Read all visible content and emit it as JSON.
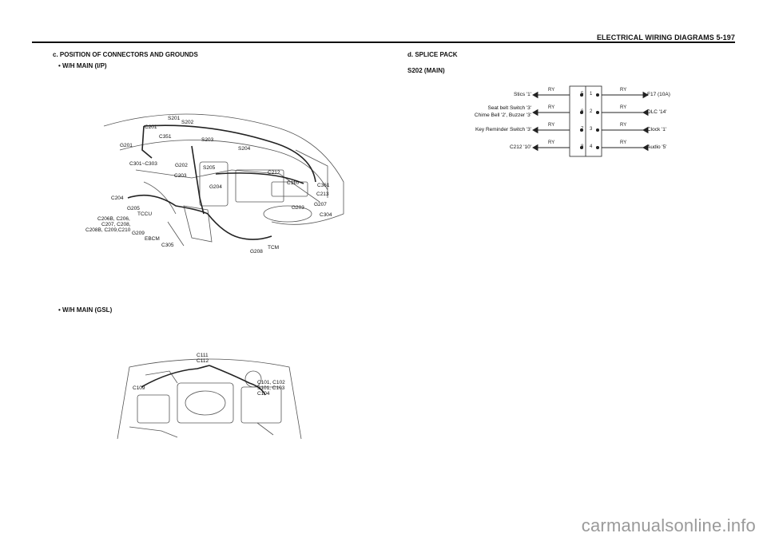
{
  "header": {
    "title": "ELECTRICAL WIRING DIAGRAMS  5-197"
  },
  "section_c": {
    "title": "c.  POSITION  OF  CONNECTORS  AND  GROUNDS"
  },
  "ip": {
    "subtitle": "•  W/H MAIN (I/P)",
    "labels": [
      "S201",
      "S202",
      "C201",
      "C351",
      "G201",
      "S203",
      "S204",
      "C301~C303",
      "G202",
      "S205",
      "C212",
      "C203",
      "C110",
      "G204",
      "C361",
      "C213",
      "C204",
      "G203",
      "G207",
      "G205",
      "TCCU",
      "C304",
      "C206B, C206,",
      "C207, C208,",
      "C208B, C209,C210",
      "G209",
      "EBCM",
      "C305",
      "TCM",
      "G208"
    ]
  },
  "gsl": {
    "subtitle": "•  W/H MAIN (GSL)",
    "labels": [
      "C111",
      "C112",
      "C109",
      "C101, C102",
      "S101, C103",
      "C104"
    ]
  },
  "section_d": {
    "title": "d.  SPLICE PACK",
    "subtitle": "S202 (MAIN)"
  },
  "splice": {
    "left": [
      "Stics '1'",
      "Seat belt Switch '3'",
      "Chime Bell '2', Buzzer '3'",
      "Key Reminder Switch '3'",
      "C212 '10'"
    ],
    "right": [
      "F17 (10A)",
      "DLC '14'",
      "Clock '1'",
      "Audio '5'"
    ],
    "wire": "RY",
    "pins_left": [
      "5",
      "6",
      "7",
      "8"
    ],
    "pins_right": [
      "1",
      "2",
      "3",
      "4"
    ]
  },
  "footer": {
    "watermark": "carmanualsonline.info"
  }
}
